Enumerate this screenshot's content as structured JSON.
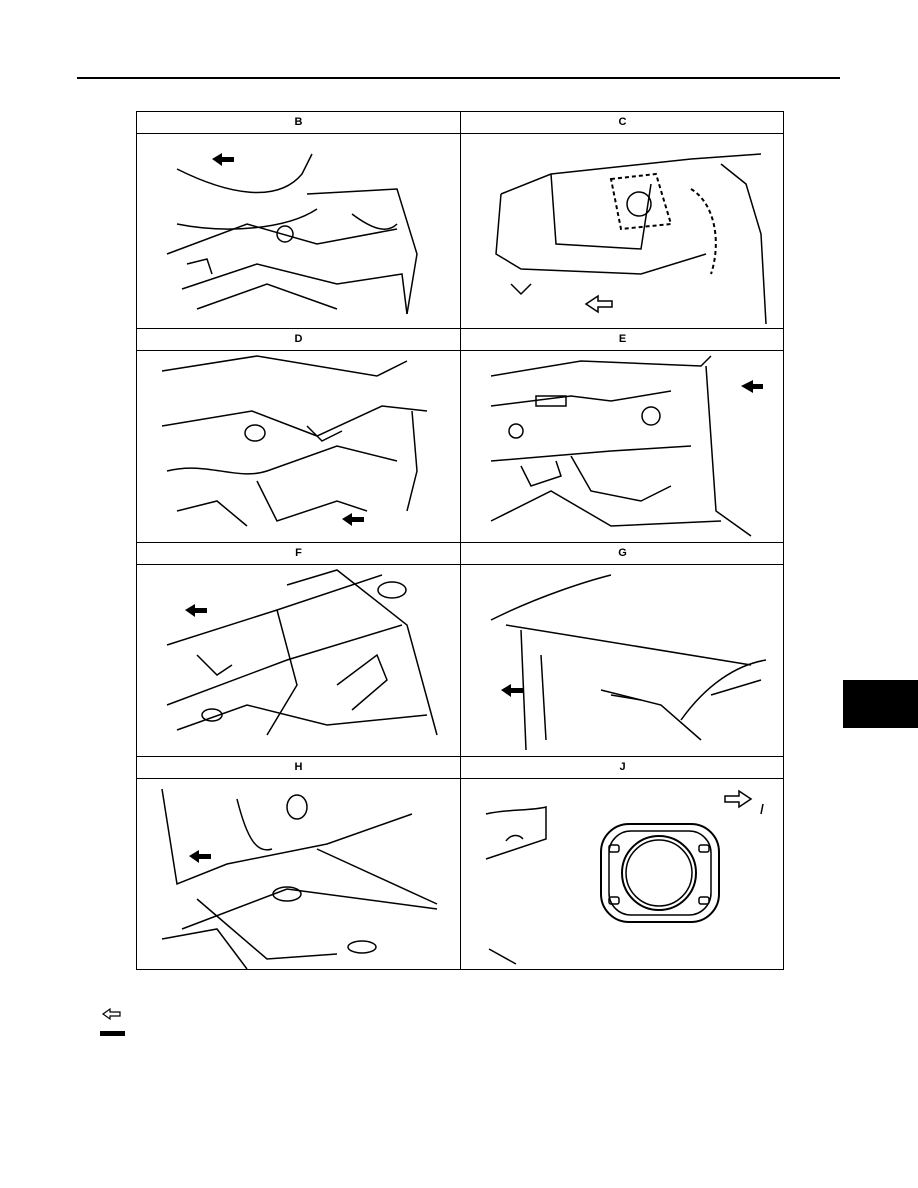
{
  "panels": [
    {
      "id": "B",
      "label": "B"
    },
    {
      "id": "C",
      "label": "C"
    },
    {
      "id": "D",
      "label": "D"
    },
    {
      "id": "E",
      "label": "E"
    },
    {
      "id": "F",
      "label": "F"
    },
    {
      "id": "G",
      "label": "G"
    },
    {
      "id": "H",
      "label": "H"
    },
    {
      "id": "J",
      "label": "J"
    }
  ],
  "legend": {
    "arrow_icon": "open-left-arrow-icon",
    "bar_icon": "thick-line-icon"
  },
  "colors": {
    "ink": "#000000",
    "paper": "#ffffff"
  }
}
